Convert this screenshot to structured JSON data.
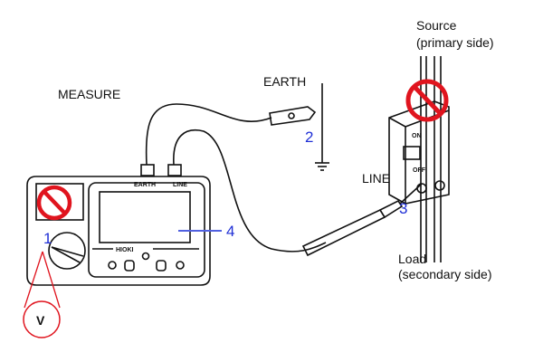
{
  "labels": {
    "measure": "MEASURE",
    "earth": "EARTH",
    "line": "LINE",
    "source_1": "Source",
    "source_2": "(primary side)",
    "load_1": "Load",
    "load_2": "(secondary side)"
  },
  "callouts": {
    "n1": "1",
    "n2": "2",
    "n3": "3",
    "n4": "4"
  },
  "meter": {
    "brand": "HIOKI",
    "terminal_earth": "EARTH",
    "terminal_line": "LINE",
    "range_v": "V"
  },
  "breaker": {
    "on": "ON",
    "off": "OFF"
  },
  "colors": {
    "callout": "#1f2fd6",
    "prohibit": "#e0141e",
    "ink": "#111111"
  }
}
